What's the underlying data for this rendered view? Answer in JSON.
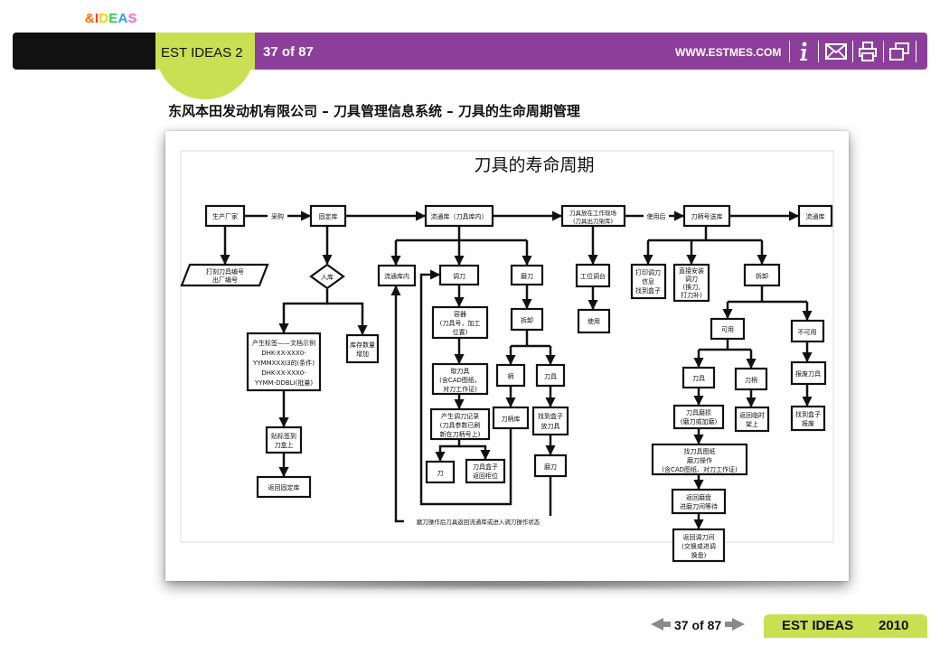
{
  "toolbar": {
    "brand_est": "EST",
    "brand_amp": "&",
    "brand_ideas": [
      "I",
      "D",
      "E",
      "A",
      "S"
    ],
    "tab_label": "EST IDEAS 2",
    "page_indicator": "37 of 87",
    "url": "WWW.ESTMES.COM",
    "icons": [
      "info-icon",
      "mail-icon",
      "print-icon",
      "window-icon"
    ]
  },
  "heading": "东风本田发动机有限公司 – 刀具管理信息系统 – 刀具的生命周期管理",
  "diagram": {
    "title": "刀具的寿命周期",
    "nodes": {
      "manufacturer": "生产厂家",
      "purchase": "采购",
      "fixed_bin": "固定库",
      "inbound_decision": "入库",
      "tool_code_label": [
        "打刻刀具编号",
        "出厂编号"
      ],
      "gen_label": [
        "产生标签——文档示例",
        "DHK-XX-XXX0-",
        "YYMMXXXI3的(条件)",
        "DHK-XX-XXX0-",
        "YYMM-DDBLI(批量)"
      ],
      "stock_increase": [
        "库存数量",
        "增加"
      ],
      "apply_label": [
        "贴标签到",
        "刀盒上"
      ],
      "return_fixed": "返回固定库",
      "flow_bin": "流通库（刀具库内）",
      "flow_bin_inner": "流通库内",
      "adjust": "调刀",
      "grind": "磨刀",
      "tool_holder": [
        "容器",
        "(刀具号，加工",
        "位置)"
      ],
      "get_tool": [
        "取刀具",
        "(含CAD图纸，",
        "对刀工作证)"
      ],
      "adjust_record": [
        "产生调刀记录",
        "(刀具参数已刷",
        "新在刀柄号上)"
      ],
      "knife": "刀",
      "tool_box": [
        "刀具盒子",
        "返回柜位"
      ],
      "disassemble": "拆卸",
      "handle": "柄",
      "blade": "刀具",
      "handle_bin": "刀柄库",
      "grind_box": [
        "找到盒子",
        "放刀具"
      ],
      "grind_op": "磨刀",
      "machine_bin": [
        "刀具放在工作现场",
        "(刀具出刀架库)"
      ],
      "station_fit": "工位调台",
      "use": "使用",
      "use_after": "使用后",
      "handle_bin2": "刀柄号送库",
      "repair_info": [
        "打印调刀",
        "信息",
        "找到盒子"
      ],
      "machine_adjust": [
        "直接安装",
        "调刀",
        "(换刀,",
        "打刀补)"
      ],
      "disassemble2": "拆卸",
      "usable": "可用",
      "unusable": "不可用",
      "blade2": "刀具",
      "handle2": "刀柄",
      "scrap_blade": "报废刀具",
      "blade_grind": [
        "刀具磨损",
        "(磨刀或加磨)"
      ],
      "return_shelf": [
        "返回临时",
        "架上"
      ],
      "scrap_box": [
        "找到盒子",
        "报废"
      ],
      "find_drawing": [
        "找刀具图纸",
        "磨刀操作",
        "(含CAD图纸、对刀工作证)"
      ],
      "return_grind": [
        "返回磨盘",
        "进磨刀间等待"
      ],
      "return_adjust": [
        "返回调刀间",
        "(交换或进调",
        "换盘)"
      ],
      "flow_bin_end": "流通库",
      "bottom_note": "磨刀操作后刀具返回流通库或进入调刀操作状态"
    }
  },
  "footer": {
    "pager": "37 of 87",
    "brand": "EST IDEAS",
    "year": "2010"
  }
}
